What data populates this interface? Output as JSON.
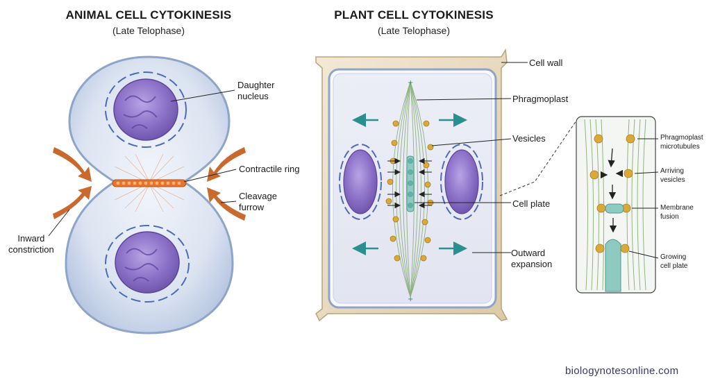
{
  "animal": {
    "title": "ANIMAL CELL CYTOKINESIS",
    "subtitle": "(Late Telophase)",
    "labels": {
      "daughter_nucleus": "Daughter\nnucleus",
      "contractile_ring": "Contractile ring",
      "cleavage_furrow": "Cleavage\nfurrow",
      "inward_constriction": "Inward\nconstriction"
    }
  },
  "plant": {
    "title": "PLANT CELL CYTOKINESIS",
    "subtitle": "(Late Telophase)",
    "labels": {
      "cell_wall": "Cell wall",
      "phragmoplast": "Phragmoplast",
      "vesicles": "Vesicles",
      "cell_plate": "Cell plate",
      "outward_expansion": "Outward\nexpansion"
    },
    "inset_labels": {
      "microtubules": "Phragmoplast\nmicrotubules",
      "arriving_vesicles": "Arriving\nvesicles",
      "membrane_fusion": "Membrane\nfusion",
      "growing_plate": "Growing\ncell plate"
    }
  },
  "credit": "biologynotesonline.com",
  "colors": {
    "nucleus": "#8a6fc6",
    "cell_fill": "#dfe7f3",
    "ring": "#e8742a",
    "arrow_orange": "#c9692d",
    "arrow_teal": "#2a8f8f",
    "wall": "#e9dcc4",
    "vesicle": "#d9a93a",
    "plate": "#8fcac0",
    "microtubule": "#7fa86a"
  }
}
